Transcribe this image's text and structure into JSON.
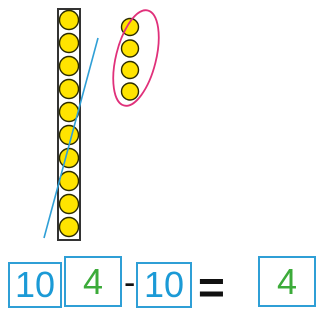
{
  "illustration": {
    "ten_rod_bead_count": 10,
    "loose_bead_count": 4,
    "colors": {
      "bead_fill": "#ffe400",
      "bead_stroke": "#2b2b00",
      "rod_frame": "#333333",
      "strike_line": "#2f9fd6",
      "circle_outline": "#e0307a"
    }
  },
  "equation": {
    "first_number_tens": "10",
    "first_number_ones": "4",
    "minus_sign": "-",
    "second_number": "10",
    "equals_sign": "=",
    "result": "4"
  },
  "colors": {
    "box_border": "#2f9fd6",
    "digit_blue": "#1b9ad6",
    "digit_green": "#3cab3a"
  }
}
